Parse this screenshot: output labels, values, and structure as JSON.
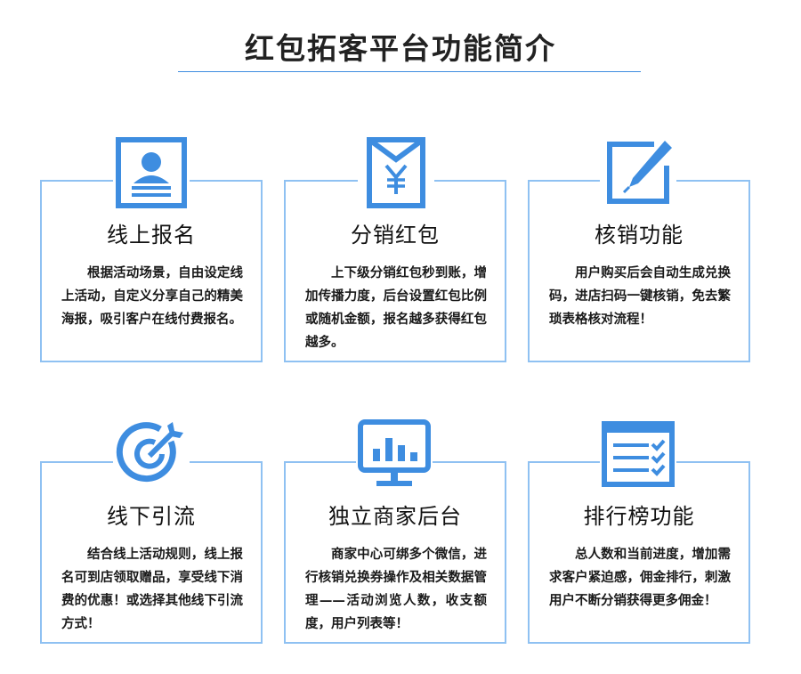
{
  "page": {
    "title": "红包拓客平台功能简介"
  },
  "accent_color": "#3e8de0",
  "border_color": "#8fc1f2",
  "cards": [
    {
      "icon": "user-profile-icon",
      "title": "线上报名",
      "text": "根据活动场景，自由设定线上活动，自定义分享自己的精美海报，吸引客户在线付费报名。"
    },
    {
      "icon": "red-envelope-yen-icon",
      "title": "分销红包",
      "text": "上下级分销红包秒到账，增加传播力度，后台设置红包比例或随机金额，报名越多获得红包越多。"
    },
    {
      "icon": "pen-edit-icon",
      "title": "核销功能",
      "text": "用户购买后会自动生成兑换码，进店扫码一键核销，免去繁琐表格核对流程！"
    },
    {
      "icon": "target-arrow-icon",
      "title": "线下引流",
      "text": "结合线上活动规则，线上报名可到店领取赠品，享受线下消费的优惠！或选择其他线下引流方式！"
    },
    {
      "icon": "monitor-chart-icon",
      "title": "独立商家后台",
      "text": "商家中心可绑多个微信，进行核销兑换券操作及相关数据管理——活动浏览人数，收支额度，用户列表等！"
    },
    {
      "icon": "checklist-icon",
      "title": "排行榜功能",
      "text": "总人数和当前进度，增加需求客户紧迫感，佣金排行，刺激用户不断分销获得更多佣金！"
    }
  ]
}
